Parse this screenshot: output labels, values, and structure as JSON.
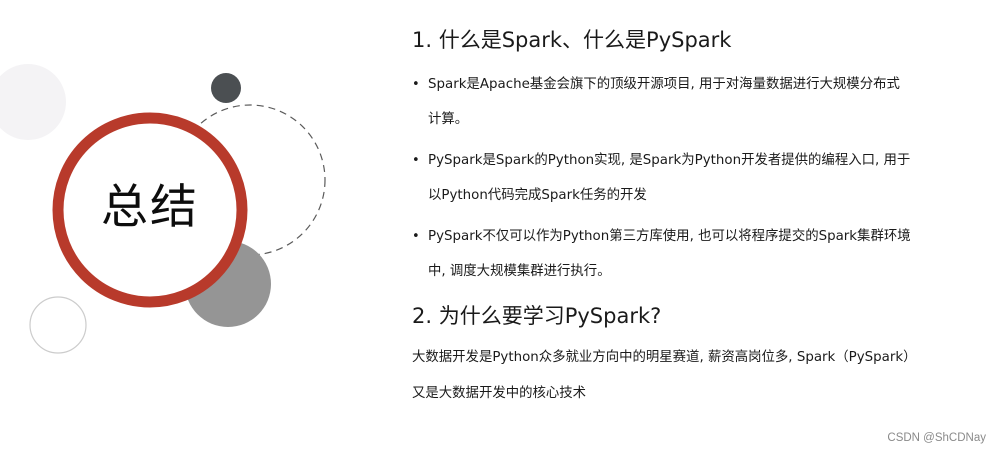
{
  "slide": {
    "summary_title": "总结",
    "colors": {
      "accent_red": "#b83a2b",
      "dark_gray": "#4b4f52",
      "mid_gray": "#959595",
      "light_gray": "#f4f3f5",
      "outline_gray": "#cccccc",
      "dashed_stroke": "#5a5a5a",
      "text": "#1a1a1a",
      "watermark": "#8a8a8a"
    }
  },
  "section1": {
    "heading": "1. 什么是Spark、什么是PySpark",
    "bullets": [
      {
        "line1": "Spark是Apache基金会旗下的顶级开源项目, 用于对海量数据进行大规模分布式",
        "line2": "计算。"
      },
      {
        "line1": "PySpark是Spark的Python实现, 是Spark为Python开发者提供的编程入口, 用于",
        "line2": "以Python代码完成Spark任务的开发"
      },
      {
        "line1": "PySpark不仅可以作为Python第三方库使用, 也可以将程序提交的Spark集群环境",
        "line2": "中, 调度大规模集群进行执行。"
      }
    ],
    "bullet_glyph": "•"
  },
  "section2": {
    "heading": "2. 为什么要学习PySpark?",
    "paragraph_line1": "大数据开发是Python众多就业方向中的明星赛道, 薪资高岗位多, Spark（PySpark）",
    "paragraph_line2": "又是大数据开发中的核心技术"
  },
  "watermark": "CSDN @ShCDNay"
}
